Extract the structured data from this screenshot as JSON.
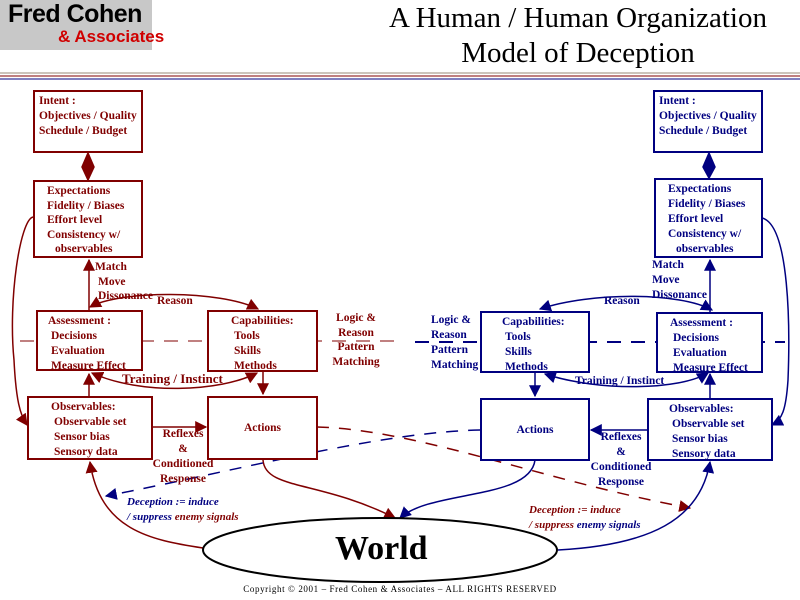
{
  "logo": {
    "name": "Fred Cohen",
    "sub": "& Associates"
  },
  "title": {
    "line1": "A Human / Human Organization",
    "line2": "Model of Deception"
  },
  "colors": {
    "left": "#800000",
    "right": "#000080",
    "logo_bg": "#c8c8c8",
    "logo_sub": "#d00000"
  },
  "left": {
    "intent": [
      "Intent :",
      "Objectives / Quality",
      "Schedule / Budget"
    ],
    "expectations": [
      "Expectations",
      "Fidelity / Biases",
      "Effort level",
      "Consistency w/",
      "observables"
    ],
    "assessment": [
      "Assessment :",
      "Decisions",
      "Evaluation",
      "Measure Effect"
    ],
    "capabilities": [
      "Capabilities:",
      "Tools",
      "Skills",
      "Methods"
    ],
    "observables": [
      "Observables:",
      "Observable set",
      "Sensor bias",
      "Sensory data"
    ],
    "actions": "Actions",
    "match": [
      "Match",
      "Move",
      "Dissonance"
    ],
    "reason": "Reason",
    "training": "Training / Instinct",
    "logic": [
      "Logic &",
      "Reason",
      "Pattern",
      "Matching"
    ],
    "reflexes": [
      "Reflexes",
      "&",
      "Conditioned",
      "Response"
    ],
    "deception": {
      "line1": "Deception := induce",
      "line2a": "/ suppress",
      "line2b": "enemy signals"
    }
  },
  "right": {
    "intent": [
      "Intent :",
      "Objectives / Quality",
      "Schedule / Budget"
    ],
    "expectations": [
      "Expectations",
      "Fidelity / Biases",
      "Effort level",
      "Consistency w/",
      "observables"
    ],
    "assessment": [
      "Assessment :",
      "Decisions",
      "Evaluation",
      "Measure Effect"
    ],
    "capabilities": [
      "Capabilities:",
      "Tools",
      "Skills",
      "Methods"
    ],
    "observables": [
      "Observables:",
      "Observable set",
      "Sensor bias",
      "Sensory data"
    ],
    "actions": "Actions",
    "match": [
      "Match",
      "Move",
      "Dissonance"
    ],
    "reason": "Reason",
    "training": "Training / Instinct",
    "logic": [
      "Logic  &",
      "Reason",
      "Pattern",
      "Matching"
    ],
    "reflexes": [
      "Reflexes",
      "&",
      "Conditioned",
      "Response"
    ],
    "deception": {
      "line1": "Deception := induce",
      "line2a": "/ suppress",
      "line2b": "enemy signals"
    }
  },
  "world": "World",
  "copyright": "Copyright © 2001 – Fred Cohen & Associates – ALL RIGHTS RESERVED"
}
